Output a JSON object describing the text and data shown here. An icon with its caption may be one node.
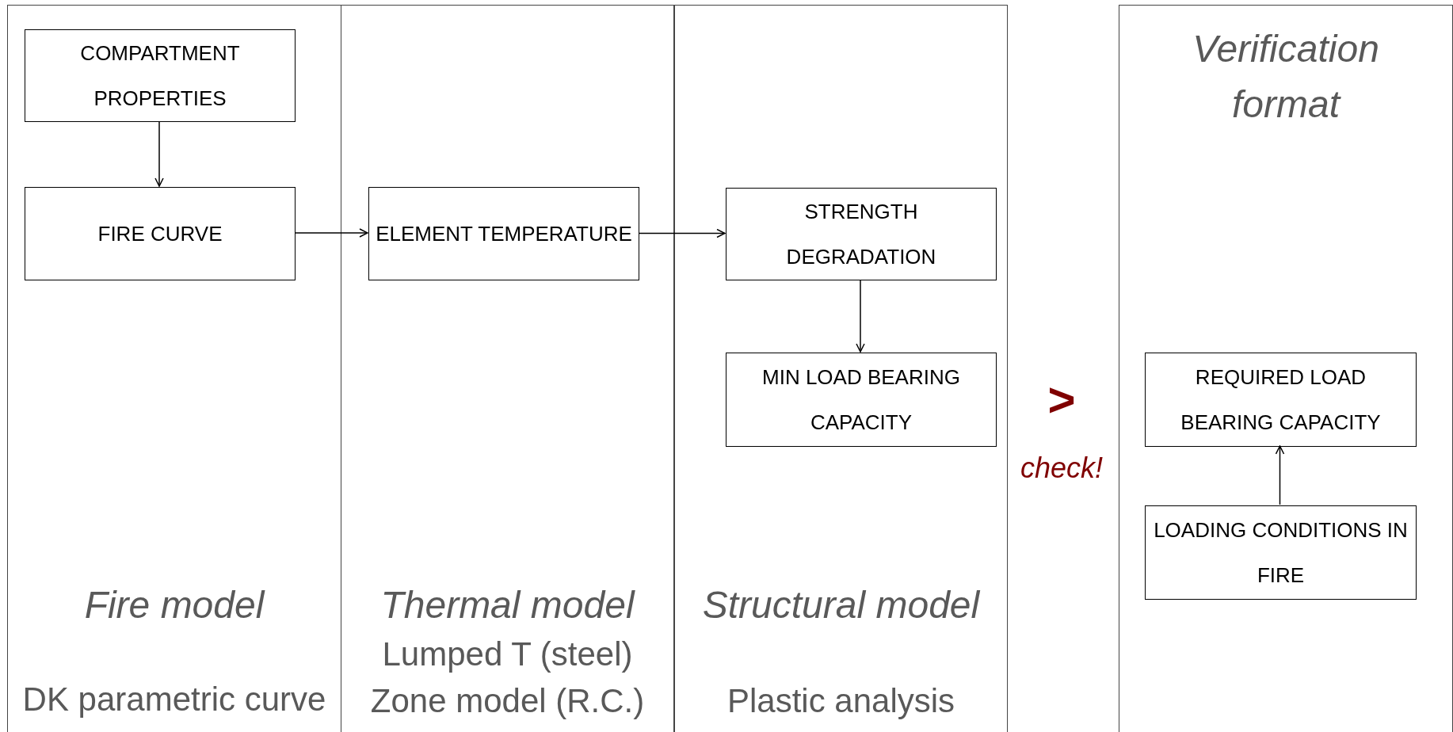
{
  "diagram": {
    "nodes": [
      {
        "text": [
          "Fire model",
          "DK parametric curve"
        ]
      },
      {
        "text": [
          "Thermal model",
          "Lumped T (steel)",
          "Zone model (R.C.)"
        ]
      },
      {
        "text": [
          "Structural model",
          "Plastic analysis"
        ]
      },
      {
        "text": [
          "Verification format"
        ]
      },
      {
        "text": [
          "COMPARTMENT PROPERTIES"
        ],
        "in": 0
      },
      {
        "text": [
          "FIRE CURVE"
        ],
        "in": 0
      },
      {
        "text": [
          "ELEMENT TEMPERATURE"
        ],
        "in": 1
      },
      {
        "text": [
          "STRENGTH DEGRADATION"
        ],
        "in": 2
      },
      {
        "text": [
          "MIN LOAD BEARING CAPACITY"
        ],
        "in": 2
      },
      {
        "text": [
          "REQUIRED LOAD BEARING CAPACITY"
        ],
        "in": 3
      },
      {
        "text": [
          "LOADING CONDITIONS IN FIRE"
        ],
        "in": 3
      }
    ],
    "edges": [
      {
        "from": 4,
        "to": 5,
        "arrow": "to"
      },
      {
        "from": 5,
        "to": 6,
        "arrow": "to"
      },
      {
        "from": 6,
        "to": 7,
        "arrow": "to"
      },
      {
        "from": 7,
        "to": 8,
        "arrow": "to"
      },
      {
        "from": 10,
        "to": 9,
        "arrow": "to"
      }
    ],
    "labels": [
      ">",
      "check!"
    ]
  }
}
